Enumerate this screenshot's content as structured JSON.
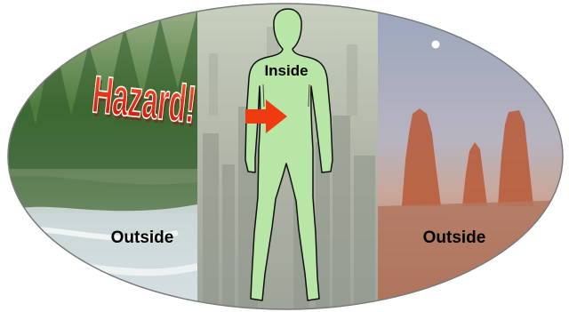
{
  "diagram": {
    "hazard_label": "Hazard!",
    "inside_label": "Inside",
    "outside_left_label": "Outside",
    "outside_right_label": "Outside"
  },
  "colors": {
    "forest_panel": "#5f8a4f",
    "city_panel": "#b9bcb0",
    "desert_panel": "#b48a78",
    "body_fill": "#b8e6a6",
    "hazard_red": "#e01b0b",
    "arrow_red": "#f03a12",
    "outline": "#111111"
  },
  "icons": {
    "body": "human-silhouette-icon",
    "arrow": "right-arrow-icon",
    "moon": "moon-icon"
  }
}
